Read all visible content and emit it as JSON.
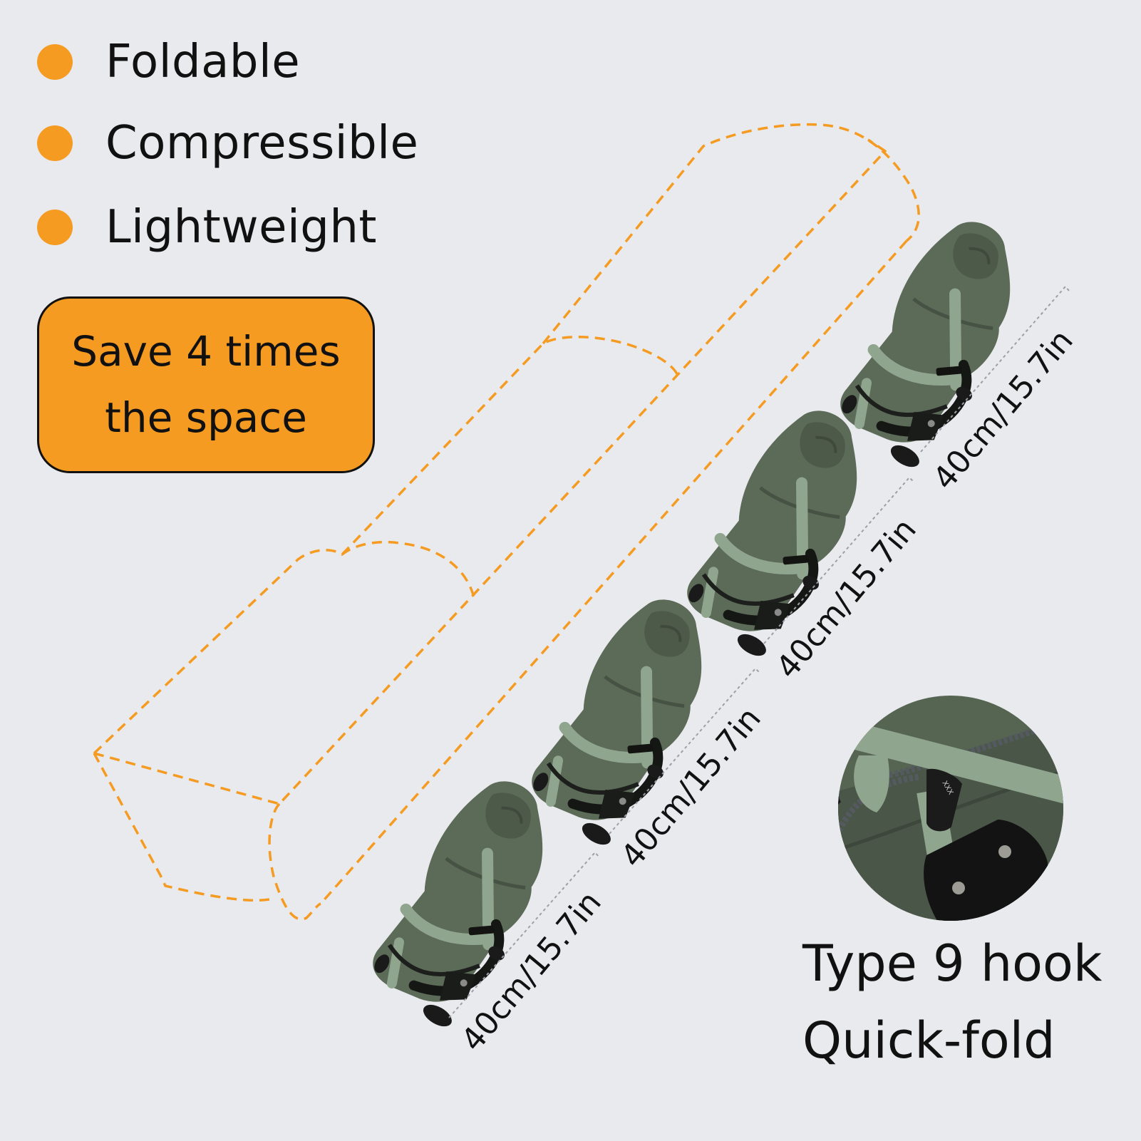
{
  "features": [
    {
      "label": "Foldable",
      "icon": "bullet-dot"
    },
    {
      "label": "Compressible",
      "icon": "bullet-dot"
    },
    {
      "label": "Lightweight",
      "icon": "bullet-dot"
    }
  ],
  "badge": {
    "line1": "Save 4 times",
    "line2": "the space"
  },
  "dimensions": [
    "40cm/15.7in",
    "40cm/15.7in",
    "40cm/15.7in",
    "40cm/15.7in"
  ],
  "hook_badge_text": "XXX",
  "caption": {
    "line1": "Type 9 hook",
    "line2": "Quick-fold"
  },
  "colors": {
    "accent": "#f59b21",
    "fabric": "#5c6a58",
    "strap": "#8fa58e",
    "background": "#e9eaee"
  }
}
